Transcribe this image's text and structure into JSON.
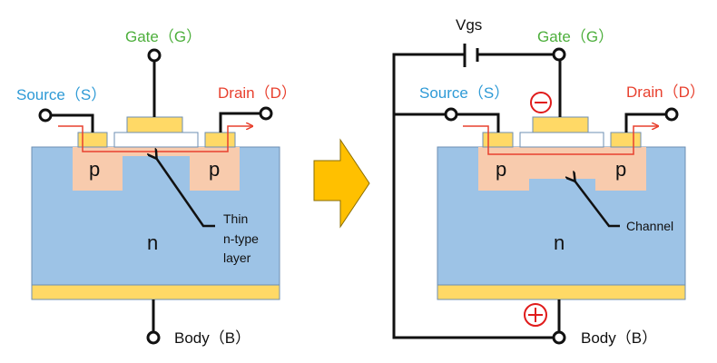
{
  "colors": {
    "substrate_n": "#9dc3e6",
    "region_p": "#f8cbad",
    "metal": "#ffd966",
    "oxide": "#ffffff",
    "outline": "#6d8fb3",
    "wire": "#111111",
    "current_path": "#e8412f",
    "source_label": "#2e9ad6",
    "gate_label": "#4daf3c",
    "drain_label": "#e8412f",
    "arrow_fill": "#ffc000",
    "arrow_stroke": "#8a6d00",
    "charge_symbol": "#e01b1b"
  },
  "left_diagram": {
    "gate_label": "Gate（G）",
    "source_label": "Source（S）",
    "drain_label": "Drain（D）",
    "body_label": "Body（B）",
    "p_left": "p",
    "p_right": "p",
    "n_label": "n",
    "annotation_lines": [
      "Thin",
      "n-type",
      "layer"
    ]
  },
  "transition_arrow": "right-arrow",
  "right_diagram": {
    "voltage_label": "Vgs",
    "gate_label": "Gate（G）",
    "source_label": "Source（S）",
    "drain_label": "Drain（D）",
    "body_label": "Body（B）",
    "p_left": "p",
    "p_right": "p",
    "n_label": "n",
    "annotation": "Channel",
    "gate_charge": "minus",
    "body_charge": "plus"
  }
}
